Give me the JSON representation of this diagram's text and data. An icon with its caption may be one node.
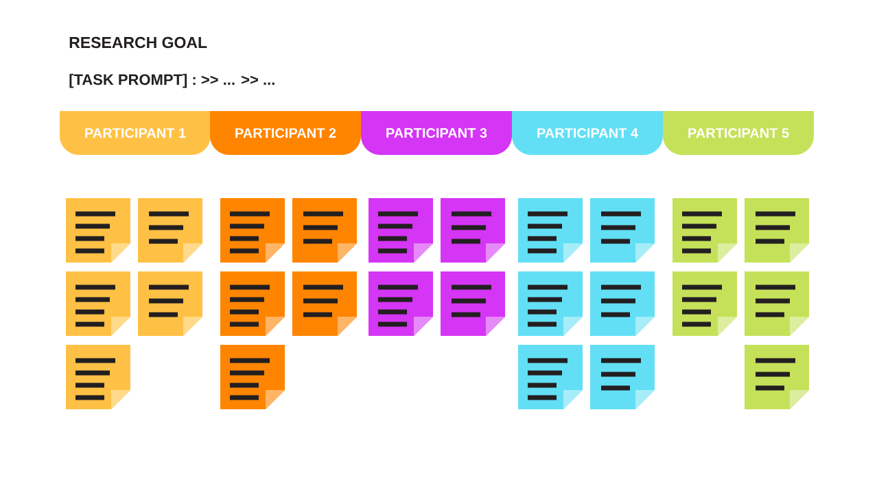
{
  "diagram": {
    "title": "RESEARCH GOAL",
    "nodes": [
      {
        "text": [
          "PARTICIPANT 1"
        ]
      },
      {
        "text": [
          "PARTICIPANT 2"
        ]
      },
      {
        "text": [
          "PARTICIPANT 3"
        ]
      },
      {
        "text": [
          "PARTICIPANT 4"
        ]
      },
      {
        "text": [
          "PARTICIPANT 5"
        ]
      },
      {
        "text": [],
        "shape": "note"
      },
      {
        "text": [],
        "shape": "note"
      },
      {
        "text": [],
        "shape": "note"
      },
      {
        "text": [],
        "shape": "note"
      },
      {
        "text": [],
        "shape": "note"
      },
      {
        "text": [],
        "shape": "note"
      },
      {
        "text": [],
        "shape": "note"
      },
      {
        "text": [],
        "shape": "note"
      },
      {
        "text": [],
        "shape": "note"
      },
      {
        "text": [],
        "shape": "note"
      },
      {
        "text": [],
        "shape": "note"
      },
      {
        "text": [],
        "shape": "note"
      },
      {
        "text": [],
        "shape": "note"
      },
      {
        "text": [],
        "shape": "note"
      },
      {
        "text": [],
        "shape": "note"
      },
      {
        "text": [],
        "shape": "note"
      },
      {
        "text": [],
        "shape": "note"
      },
      {
        "text": [],
        "shape": "note"
      },
      {
        "text": [],
        "shape": "note"
      },
      {
        "text": [],
        "shape": "note"
      },
      {
        "text": [],
        "shape": "note"
      },
      {
        "text": [],
        "shape": "note"
      },
      {
        "text": [],
        "shape": "note"
      },
      {
        "text": [],
        "shape": "note"
      },
      {
        "text": [],
        "shape": "note"
      }
    ],
    "labels": [
      "[TASK PROMPT] : >> ... >> ..."
    ]
  }
}
